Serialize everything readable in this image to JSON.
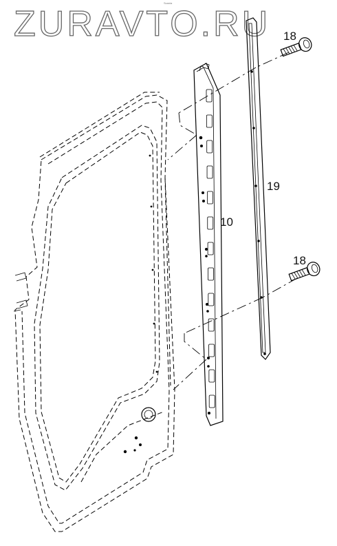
{
  "watermark": "ZURAVTO.RU",
  "source_tag": "Scania",
  "callouts": {
    "bolt_top": "18",
    "bolt_bottom": "18",
    "strip": "19",
    "hinge": "10"
  },
  "parts": [
    {
      "ref": "18",
      "item": "bolt-icon"
    },
    {
      "ref": "19",
      "item": "seal-strip"
    },
    {
      "ref": "10",
      "item": "hinge-rail"
    },
    {
      "item": "door-panel"
    }
  ]
}
